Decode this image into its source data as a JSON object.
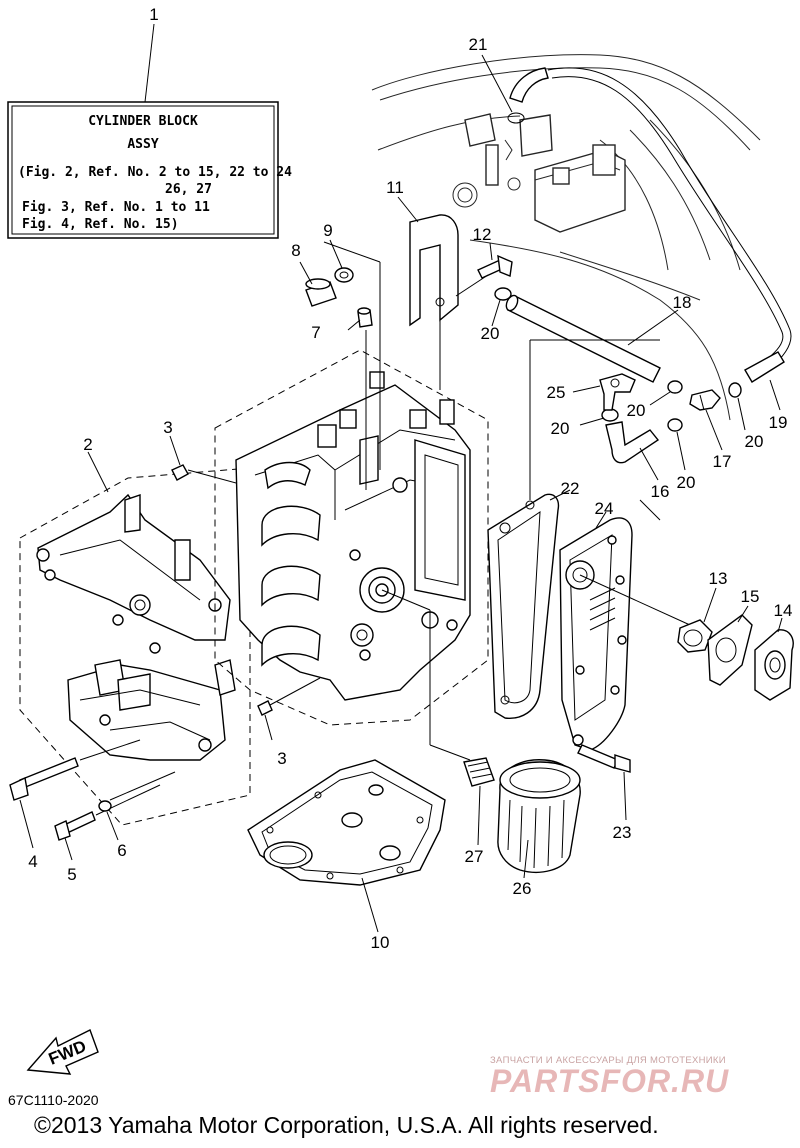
{
  "assy_box": {
    "title": "CYLINDER BLOCK",
    "subtitle": "ASSY",
    "line1": "(Fig. 2, Ref. No. 2 to 15, 22 to 24",
    "line2": "26, 27",
    "line3": "Fig. 3, Ref. No. 1 to 11",
    "line4": "Fig. 4, Ref. No. 15)"
  },
  "ref_numbers": {
    "n1": "1",
    "n2": "2",
    "n3a": "3",
    "n3b": "3",
    "n4": "4",
    "n5": "5",
    "n6": "6",
    "n7": "7",
    "n8": "8",
    "n9": "9",
    "n10": "10",
    "n11": "11",
    "n12": "12",
    "n13": "13",
    "n14": "14",
    "n15": "15",
    "n16": "16",
    "n17": "17",
    "n18": "18",
    "n19": "19",
    "n20a": "20",
    "n20b": "20",
    "n20c": "20",
    "n20d": "20",
    "n20e": "20",
    "n21": "21",
    "n22": "22",
    "n23": "23",
    "n24": "24",
    "n25": "25",
    "n26": "26",
    "n27": "27"
  },
  "fwd_label": "FWD",
  "diagram_code": "67C1110-2020",
  "copyright": "©2013 Yamaha Motor Corporation, U.S.A. All rights reserved.",
  "watermark": {
    "sub": "ЗАПЧАСТИ И АКСЕССУАРЫ ДЛЯ МОТОТЕХНИКИ",
    "main": "PARTSFOR.RU"
  }
}
